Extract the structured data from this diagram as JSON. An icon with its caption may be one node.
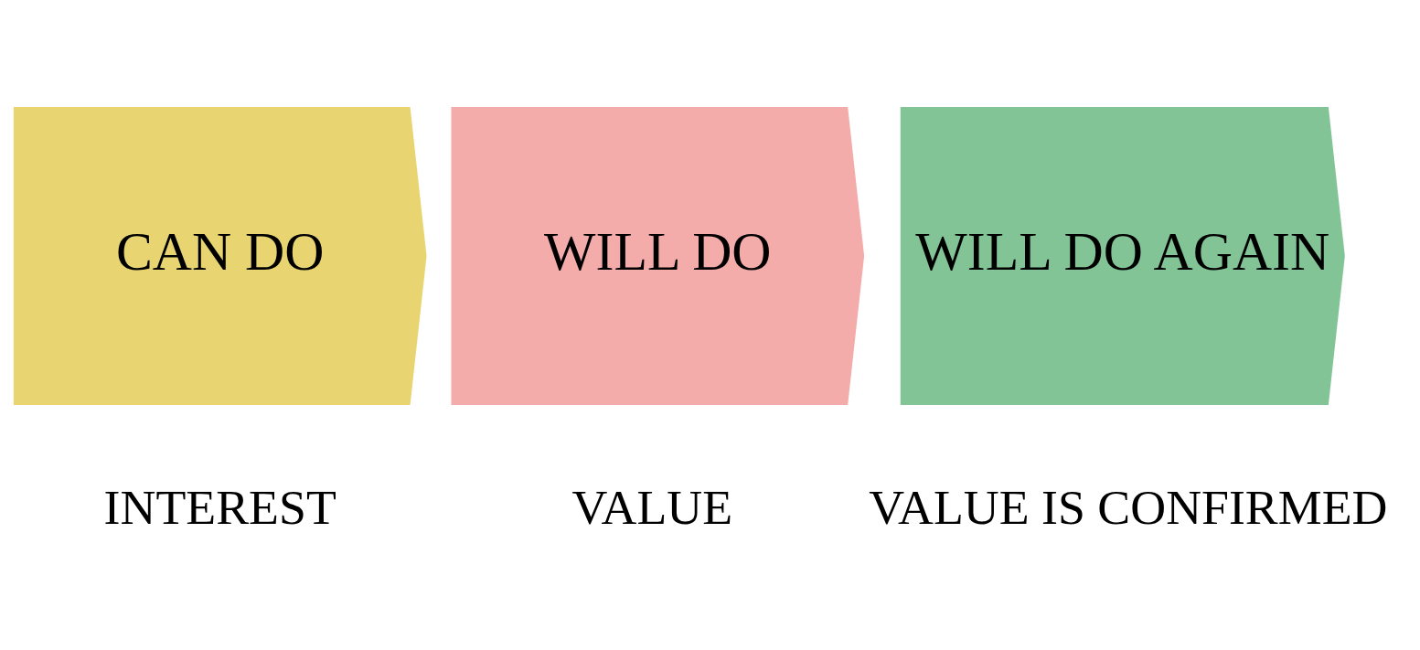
{
  "diagram": {
    "nodes": [
      {
        "text": [
          "CAN DO"
        ],
        "beside": [
          "INTEREST"
        ]
      },
      {
        "text": [
          "WILL DO"
        ],
        "beside": [
          "VALUE"
        ]
      },
      {
        "text": [
          "WILL DO AGAIN"
        ],
        "beside": [
          "VALUE IS CONFIRMED"
        ]
      }
    ],
    "edges": []
  }
}
